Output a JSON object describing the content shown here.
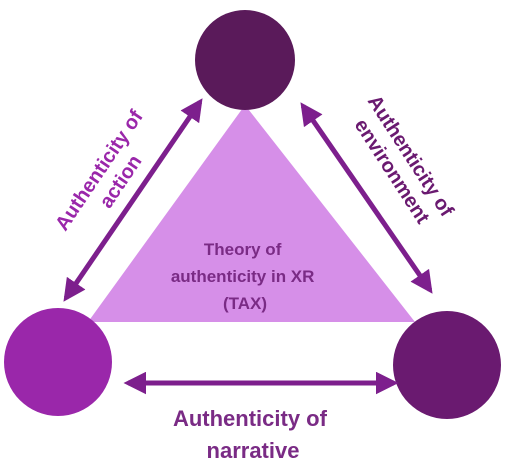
{
  "center": {
    "lines": [
      "Theory of",
      "authenticity in XR",
      "(TAX)"
    ]
  },
  "edges": {
    "left": {
      "lines": [
        "Authenticity of",
        "action"
      ]
    },
    "right": {
      "lines": [
        "Authenticity of",
        "environment"
      ]
    },
    "bottom": {
      "lines": [
        "Authenticity of",
        "narrative"
      ]
    }
  },
  "colors": {
    "triangle": "#d68fe8",
    "top_node": "#5a1a5a",
    "left_node": "#9a27aa",
    "right_node": "#6a1a70",
    "arrow": "#7d1f8d",
    "label_purple": "#9a27aa",
    "label_dark": "#6a1a70",
    "center_text": "#7a2b85"
  }
}
